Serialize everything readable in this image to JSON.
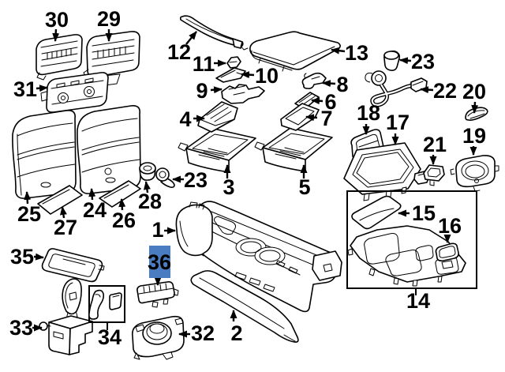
{
  "diagram": {
    "background": "#ffffff",
    "line_color": "#000000",
    "highlight": {
      "callout": "36",
      "fill": "#4a7cc2",
      "text_color": "#1c3461"
    },
    "callouts": {
      "1": "1",
      "2": "2",
      "3": "3",
      "4": "4",
      "5": "5",
      "6": "6",
      "7": "7",
      "8": "8",
      "9": "9",
      "10": "10",
      "11": "11",
      "12": "12",
      "13": "13",
      "14": "14",
      "15": "15",
      "16": "16",
      "17": "17",
      "18": "18",
      "19": "19",
      "20": "20",
      "21": "21",
      "22": "22",
      "23": "23",
      "24": "24",
      "25": "25",
      "26": "26",
      "27": "27",
      "28": "28",
      "29": "29",
      "30": "30",
      "31": "31",
      "32": "32",
      "33": "33",
      "34": "34",
      "35": "35",
      "36": "36"
    }
  }
}
